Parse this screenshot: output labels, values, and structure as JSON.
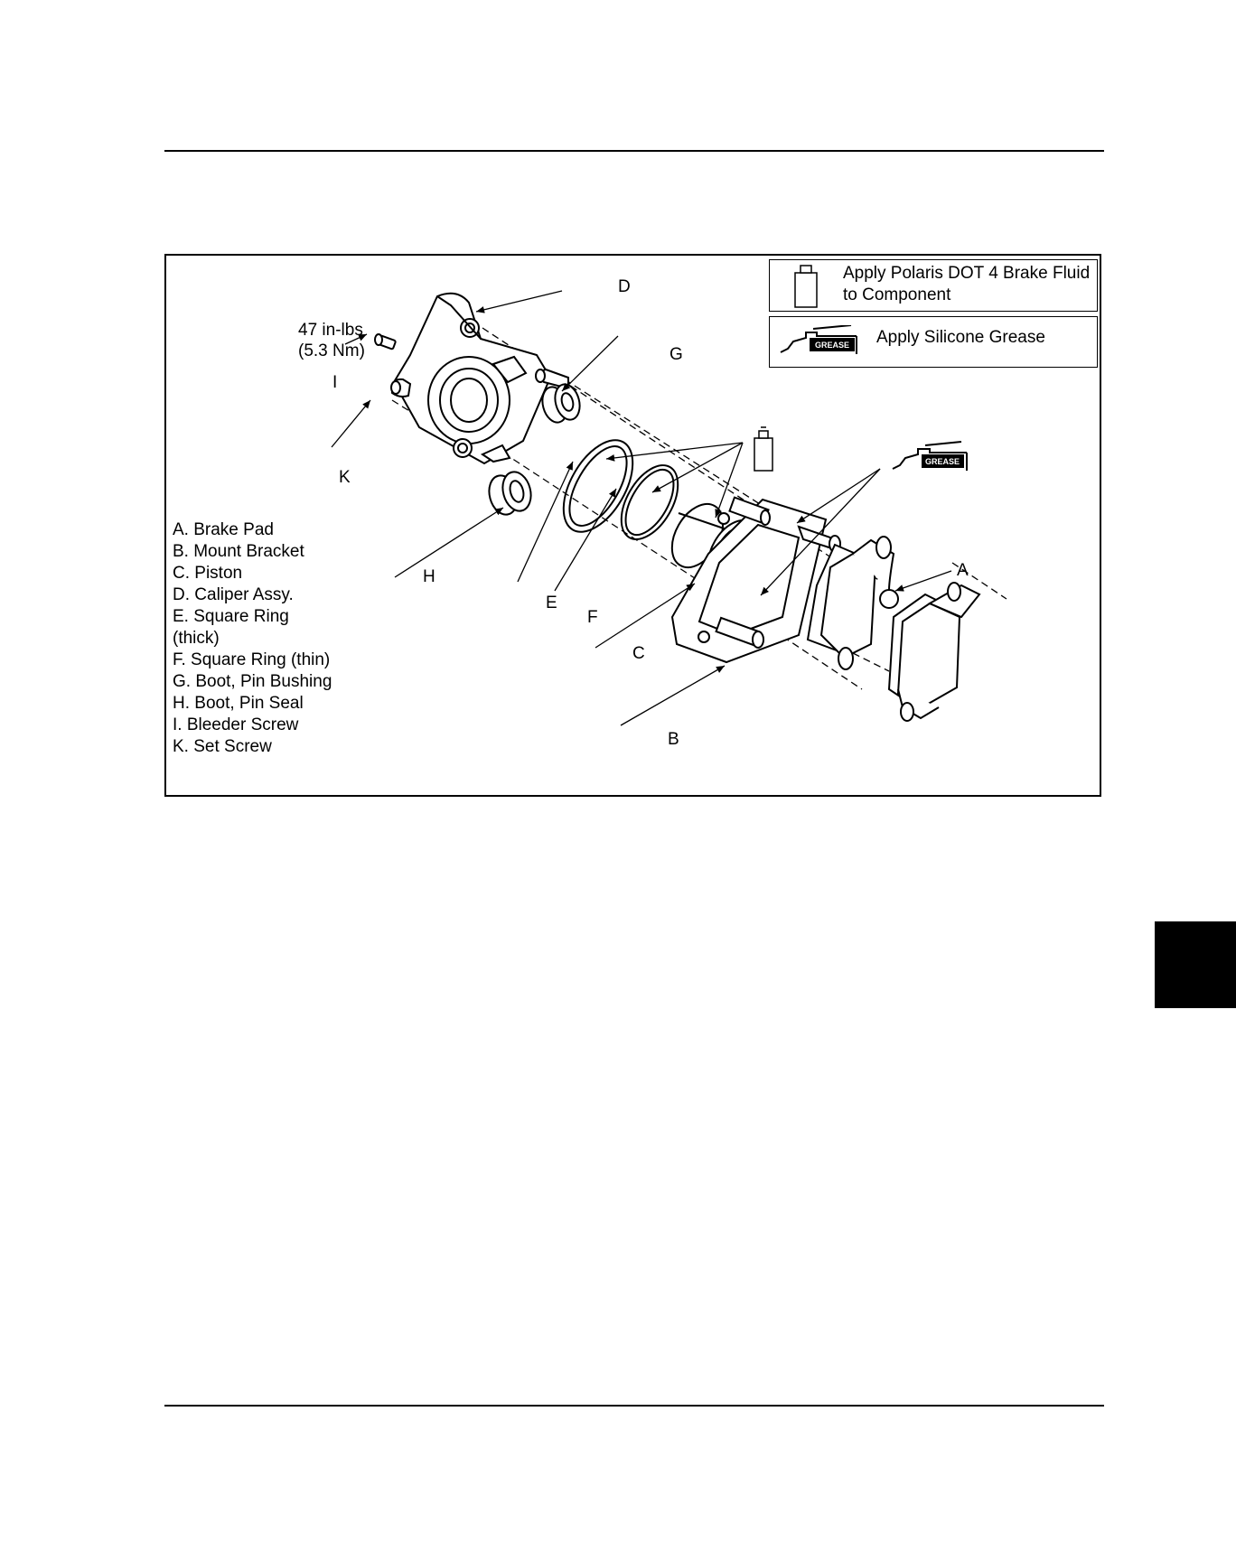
{
  "legend": {
    "brake_fluid_line1": "Apply Polaris DOT 4 Brake Fluid",
    "brake_fluid_line2": "to Component",
    "grease": "Apply Silicone Grease",
    "grease_tag": "GREASE",
    "icons": [
      "brake-fluid-bottle-icon",
      "grease-gun-icon"
    ]
  },
  "torque": {
    "line1": "47 in-lbs",
    "line2": "(5.3 Nm)"
  },
  "callouts": {
    "A": "A",
    "B": "B",
    "C": "C",
    "D": "D",
    "E": "E",
    "F": "F",
    "G": "G",
    "H": "H",
    "I": "I",
    "K": "K"
  },
  "parts_list": [
    "A. Brake Pad",
    "B. Mount Bracket",
    "C. Piston",
    "D. Caliper Assy.",
    "E. Square Ring",
    "(thick)",
    "F. Square Ring (thin)",
    "G. Boot, Pin Bushing",
    "H. Boot, Pin Seal",
    "I. Bleeder Screw",
    "K. Set Screw"
  ],
  "colors": {
    "ink": "#000000",
    "paper": "#ffffff"
  }
}
